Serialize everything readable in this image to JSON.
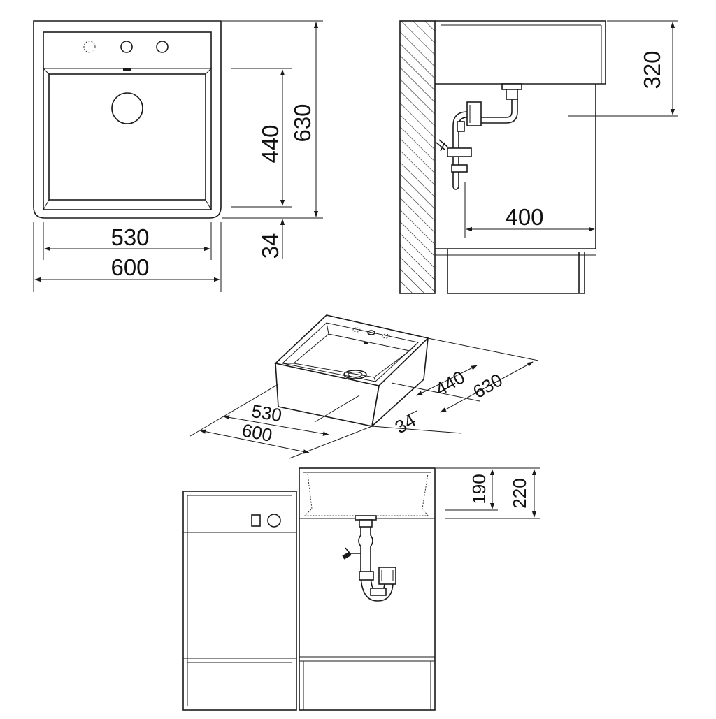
{
  "plan_view": {
    "width_inner": "530",
    "width_outer": "600",
    "depth_inner": "440",
    "depth_outer": "630",
    "rim": "34"
  },
  "side_view": {
    "bowl_depth": "320",
    "waste_offset": "400"
  },
  "iso_view": {
    "width_inner": "530",
    "width_outer": "600",
    "depth_inner": "440",
    "depth_outer": "630",
    "rim": "34"
  },
  "front_view": {
    "inner_height": "190",
    "outer_height": "220"
  }
}
